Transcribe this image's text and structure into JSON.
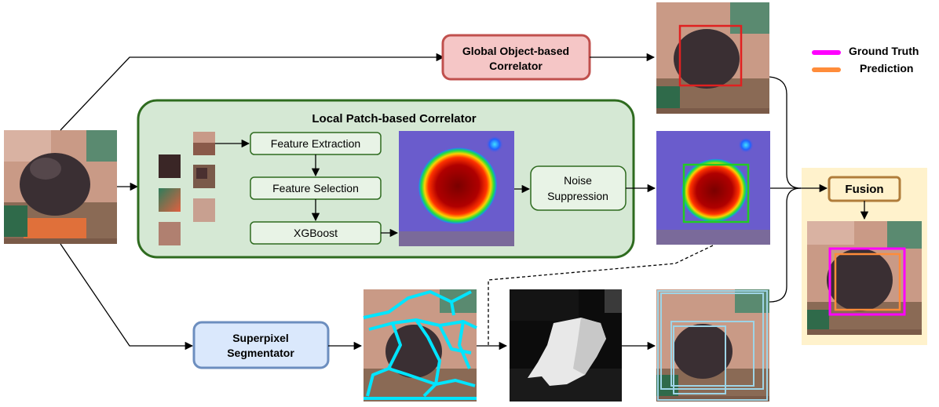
{
  "legend": {
    "ground_truth": {
      "label": "Ground Truth",
      "color": "#ff00ff"
    },
    "prediction": {
      "label": "Prediction",
      "color": "#ff8c3a"
    }
  },
  "global_correlator": {
    "line1": "Global Object-based",
    "line2": "Correlator"
  },
  "local_correlator": {
    "title": "Local Patch-based Correlator",
    "feature_extraction": "Feature Extraction",
    "feature_selection": "Feature Selection",
    "xgboost": "XGBoost",
    "noise_line1": "Noise",
    "noise_line2": "Suppression"
  },
  "superpixel": {
    "line1": "Superpixel",
    "line2": "Segmentator"
  },
  "fusion": {
    "label": "Fusion"
  },
  "colors": {
    "global_fill": "#f5c6c6",
    "global_stroke": "#c0504d",
    "local_fill": "#d5e8d4",
    "local_stroke": "#2e6b1f",
    "superpixel_fill": "#dae8fc",
    "superpixel_stroke": "#6c8ebf",
    "fusion_panel": "#fff2cc",
    "fusion_stroke": "#b07d3b",
    "bbox_red": "#e02020",
    "bbox_green": "#22cc22",
    "superpixel_lines": "#00e5ff",
    "candidate_boxes": "#9ed4e6"
  }
}
